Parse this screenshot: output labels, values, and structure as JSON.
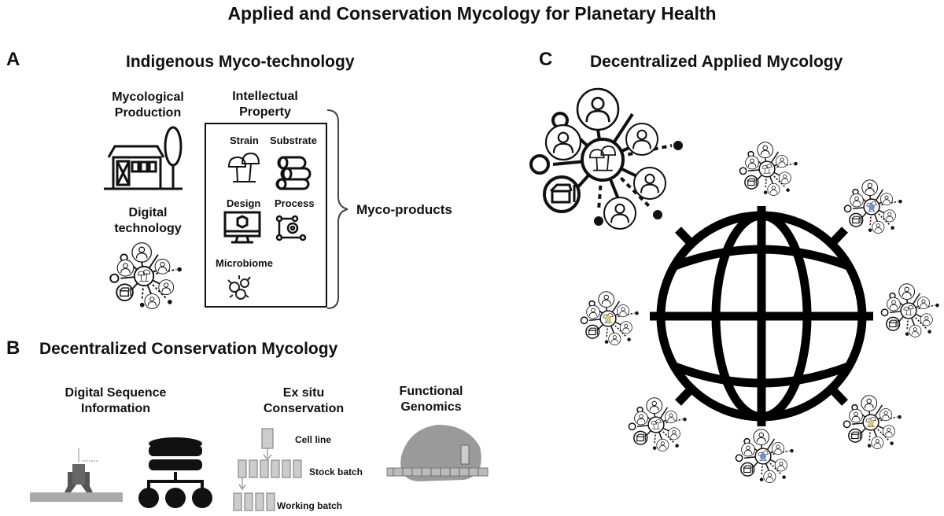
{
  "title": "Applied and Conservation Mycology for Planetary Health",
  "panel_a": {
    "letter": "A",
    "heading": "Indigenous Myco-technology",
    "production": "Mycological\nProduction",
    "digital": "Digital\ntechnology",
    "ip": "Intellectual\nProperty",
    "strain": "Strain",
    "substrate": "Substrate",
    "design": "Design",
    "process": "Process",
    "microbiome": "Microbiome",
    "products": "Myco-products"
  },
  "panel_b": {
    "letter": "B",
    "heading": "Decentralized Conservation Mycology",
    "dsi": "Digital Sequence\nInformation",
    "exsitu": "Ex situ\nConservation",
    "cell_line": "Cell line",
    "stock_batch": "Stock batch",
    "working_batch": "Working batch",
    "genomics": "Functional\nGenomics"
  },
  "panel_c": {
    "letter": "C",
    "heading": "Decentralized Applied Mycology"
  }
}
